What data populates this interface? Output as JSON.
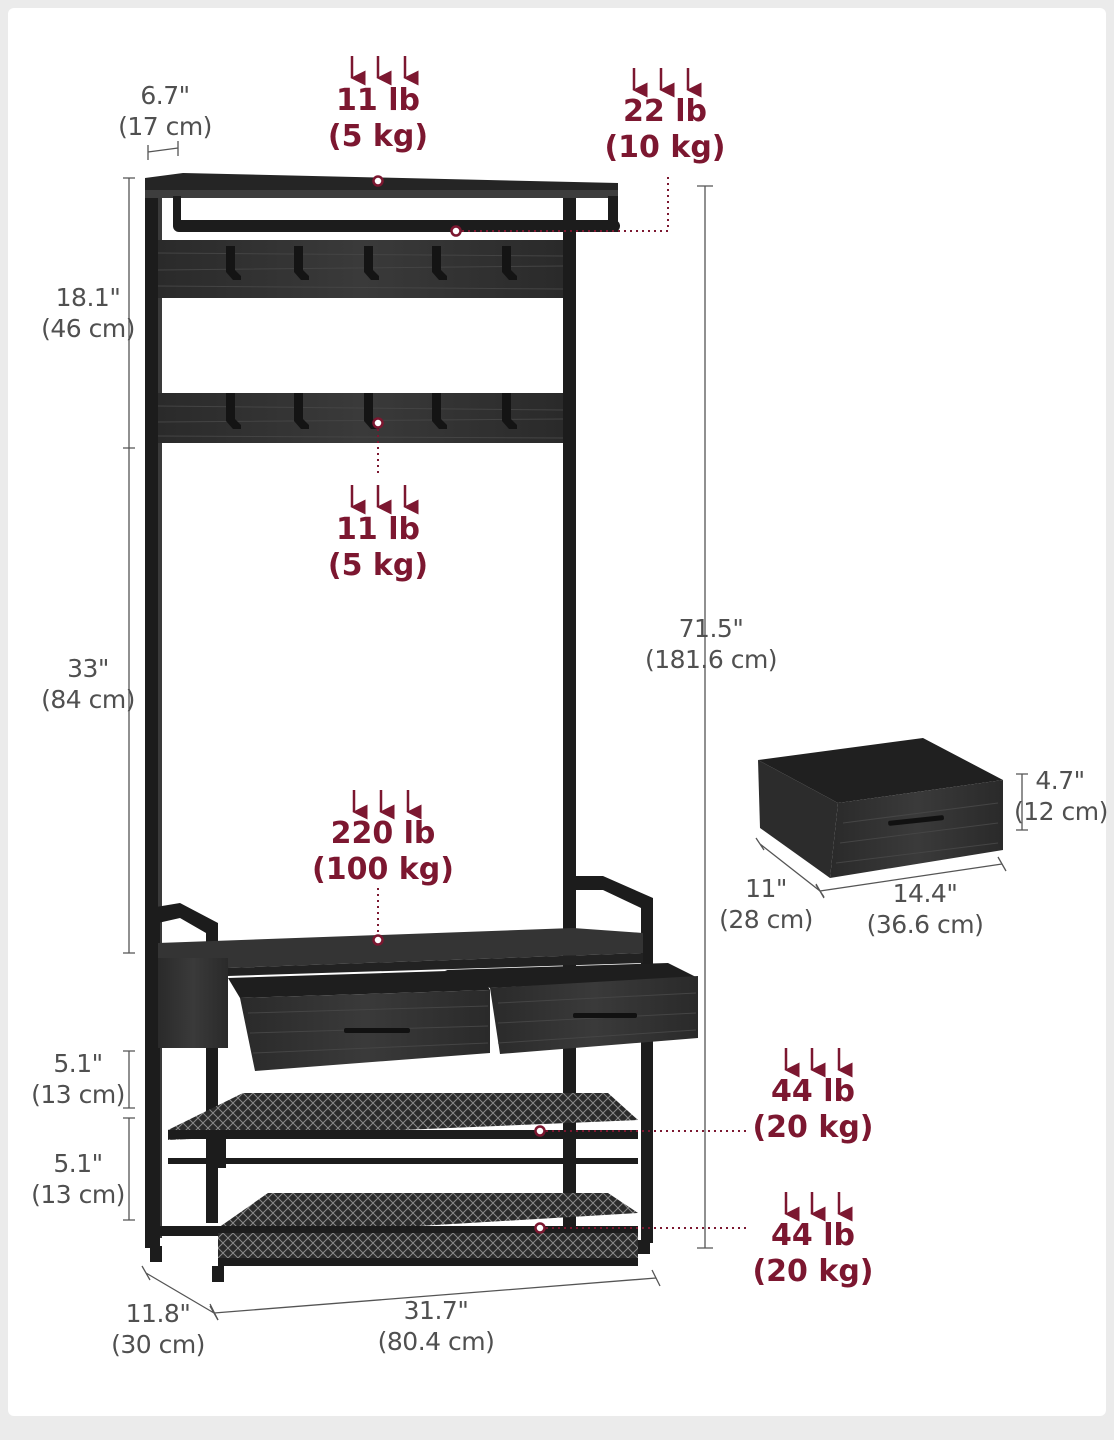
{
  "colors": {
    "accent": "#7c1730",
    "frame": "#1c1c1c",
    "wood": "#2f2f2f",
    "dimension_text": "#505050"
  },
  "load_labels": {
    "top_shelf": {
      "lb": "11 lb",
      "kg": "(5 kg)"
    },
    "hanging_rod": {
      "lb": "22 lb",
      "kg": "(10 kg)"
    },
    "hook_row": {
      "lb": "11 lb",
      "kg": "(5 kg)"
    },
    "bench_seat": {
      "lb": "220 lb",
      "kg": "(100 kg)"
    },
    "upper_shoe_shelf": {
      "lb": "44 lb",
      "kg": "(20 kg)"
    },
    "lower_shoe_shelf": {
      "lb": "44 lb",
      "kg": "(20 kg)"
    }
  },
  "dimensions": {
    "top_depth": {
      "in": "6.7\"",
      "cm": "(17 cm)"
    },
    "upper_hook_gap": {
      "in": "18.1\"",
      "cm": "(46 cm)"
    },
    "hook_to_bench": {
      "in": "33\"",
      "cm": "(84 cm)"
    },
    "total_height": {
      "in": "71.5\"",
      "cm": "(181.6 cm)"
    },
    "bench_to_shelf": {
      "in": "5.1\"",
      "cm": "(13 cm)"
    },
    "shelf_gap": {
      "in": "5.1\"",
      "cm": "(13 cm)"
    },
    "base_depth": {
      "in": "11.8\"",
      "cm": "(30 cm)"
    },
    "total_width": {
      "in": "31.7\"",
      "cm": "(80.4 cm)"
    },
    "drawer_height": {
      "in": "4.7\"",
      "cm": "(12 cm)"
    },
    "drawer_depth": {
      "in": "11\"",
      "cm": "(28 cm)"
    },
    "drawer_width": {
      "in": "14.4\"",
      "cm": "(36.6 cm)"
    }
  }
}
